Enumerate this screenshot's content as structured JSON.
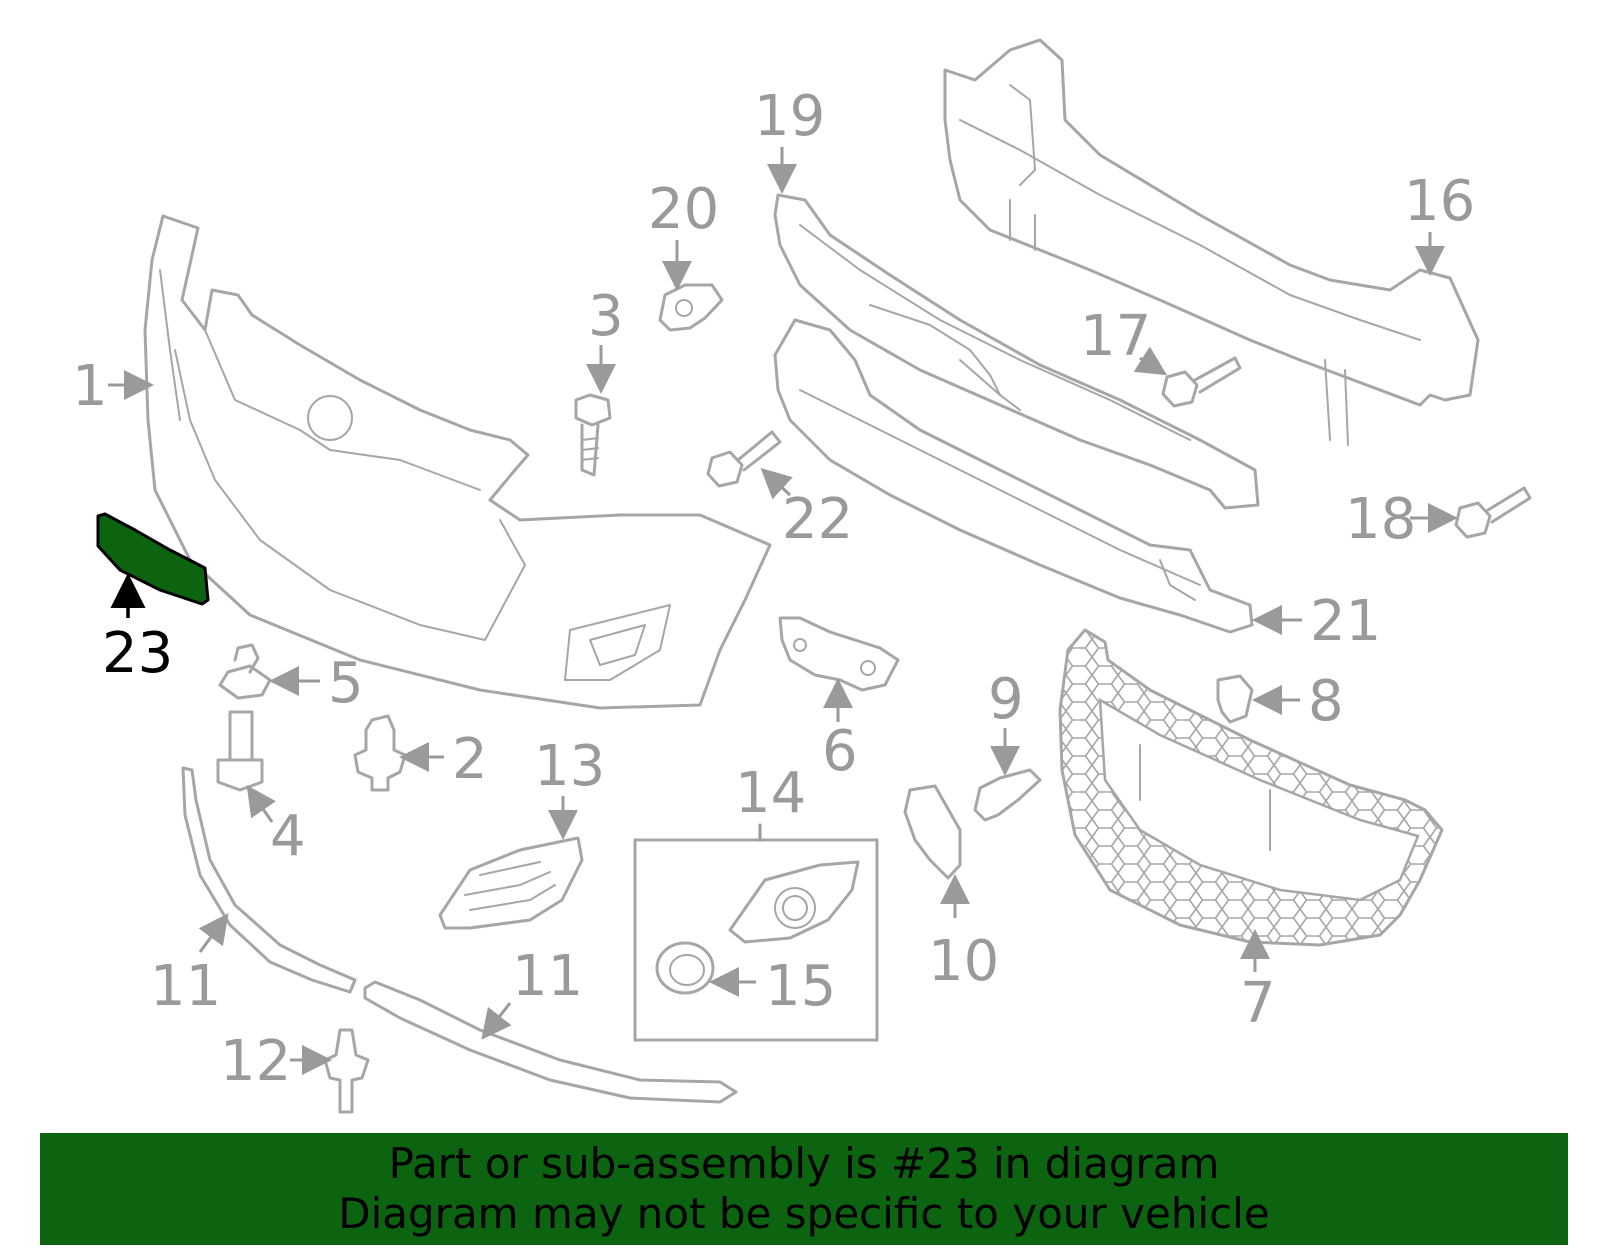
{
  "diagram": {
    "highlight_part": "23",
    "highlight_color": "#0c6410",
    "line_color": "#a6a6a6",
    "callouts": [
      "1",
      "2",
      "3",
      "4",
      "5",
      "6",
      "7",
      "8",
      "9",
      "10",
      "11",
      "11",
      "12",
      "13",
      "14",
      "15",
      "16",
      "17",
      "18",
      "19",
      "20",
      "21",
      "22",
      "23"
    ]
  },
  "banner": {
    "line1": "Part or sub-assembly is #23 in diagram",
    "line2": "Diagram may not be specific to your vehicle",
    "background": "#0c6410"
  }
}
